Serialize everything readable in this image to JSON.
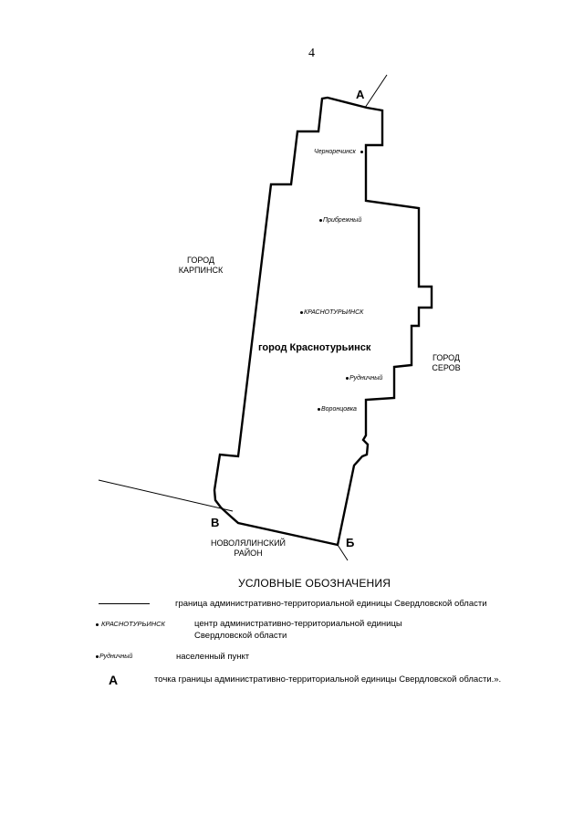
{
  "page_number": "4",
  "map": {
    "district_name": "город Краснотурьинск",
    "neighbors": {
      "west": [
        "ГОРОД",
        "КАРПИНСК"
      ],
      "east": [
        "ГОРОД",
        "СЕРОВ"
      ],
      "south": [
        "НОВОЛЯЛИНСКИЙ",
        "РАЙОН"
      ]
    },
    "corner_points": {
      "a": "А",
      "b": "Б",
      "v": "В"
    },
    "settlements": {
      "chernorechensk": "Черноречинск",
      "pribrezhny": "Прибрежный",
      "krasnoturinsk": "КРАСНОТУРЬИНСК",
      "rudnichny": "Рудничный",
      "vorontsovka": "Воронцовка"
    }
  },
  "legend": {
    "title": "УСЛОВНЫЕ ОБОЗНАЧЕНИЯ",
    "boundary_text": "граница административно-территориальной единицы Свердловской области",
    "center_symbol": "КРАСНОТУРЬИНСК",
    "center_text_1": "центр административно-территориальной единицы",
    "center_text_2": "Свердловской области",
    "settlement_symbol": "Рудничный",
    "settlement_text": "населенный пункт",
    "point_symbol": "А",
    "point_text": "точка границы административно-территориальной единицы Свердловской области.»."
  }
}
